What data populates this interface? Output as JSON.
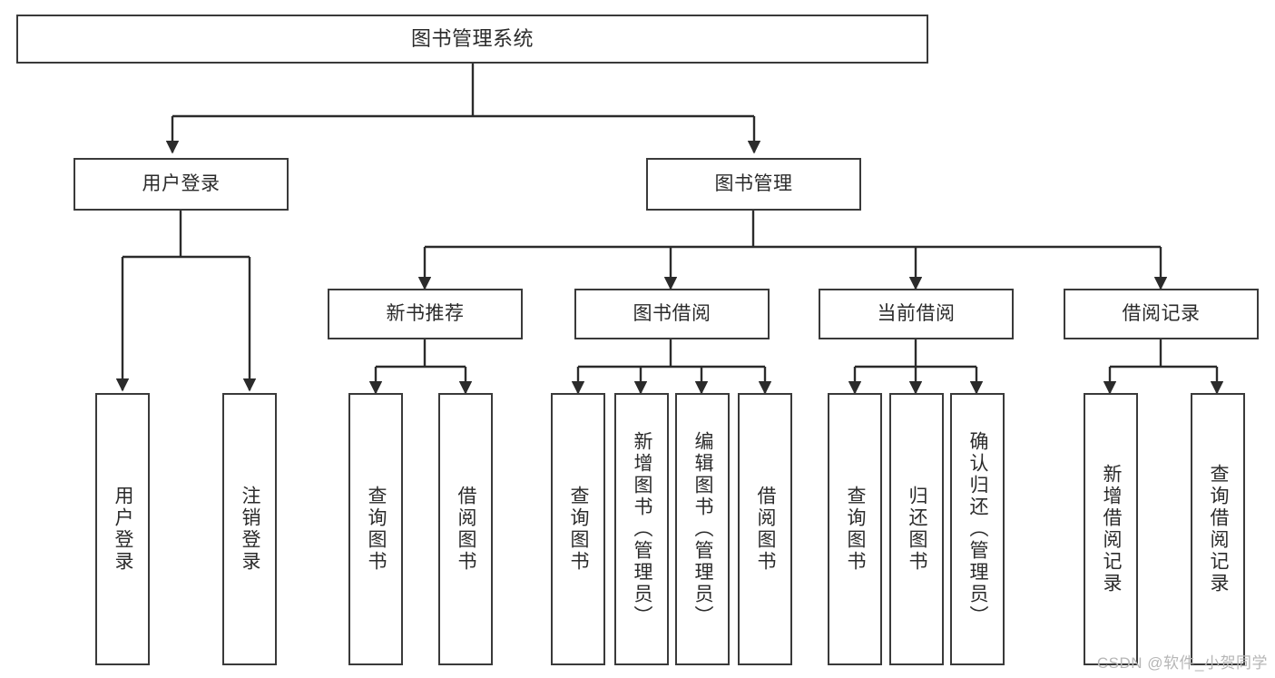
{
  "diagram": {
    "title": "图书管理系统",
    "type": "tree-hierarchy-diagram",
    "watermark": "CSDN @软件_小贺同学",
    "colors": {
      "box_border": "#3a3a3a",
      "box_fill": "#ffffff",
      "connector": "#2b2b2b",
      "text": "#2b2b2b",
      "watermark": "#b6b6b6"
    },
    "nodes": {
      "root": {
        "label": "图书管理系统"
      },
      "level1": [
        {
          "id": "user-login",
          "label": "用户登录"
        },
        {
          "id": "book-management",
          "label": "图书管理"
        }
      ],
      "level2": [
        {
          "id": "new-book-recommend",
          "label": "新书推荐"
        },
        {
          "id": "book-borrow",
          "label": "图书借阅"
        },
        {
          "id": "current-borrow",
          "label": "当前借阅"
        },
        {
          "id": "borrow-record",
          "label": "借阅记录"
        }
      ],
      "leaves": {
        "user_login": [
          {
            "id": "leaf-user-login",
            "label": "用户登录"
          },
          {
            "id": "leaf-logout-login",
            "label": "注销登录"
          }
        ],
        "new_book_recommend": [
          {
            "id": "leaf-query-book-1",
            "label": "查询图书"
          },
          {
            "id": "leaf-borrow-book-1",
            "label": "借阅图书"
          }
        ],
        "book_borrow": [
          {
            "id": "leaf-query-book-2",
            "label": "查询图书"
          },
          {
            "id": "leaf-add-book",
            "label": "新增图书（管理员）"
          },
          {
            "id": "leaf-edit-book",
            "label": "编辑图书（管理员）"
          },
          {
            "id": "leaf-borrow-book-2",
            "label": "借阅图书"
          }
        ],
        "current_borrow": [
          {
            "id": "leaf-query-book-3",
            "label": "查询图书"
          },
          {
            "id": "leaf-return-book",
            "label": "归还图书"
          },
          {
            "id": "leaf-confirm-return",
            "label": "确认归还（管理员）"
          }
        ],
        "borrow_record": [
          {
            "id": "leaf-add-record",
            "label": "新增借阅记录"
          },
          {
            "id": "leaf-query-record",
            "label": "查询借阅记录"
          }
        ]
      }
    }
  }
}
